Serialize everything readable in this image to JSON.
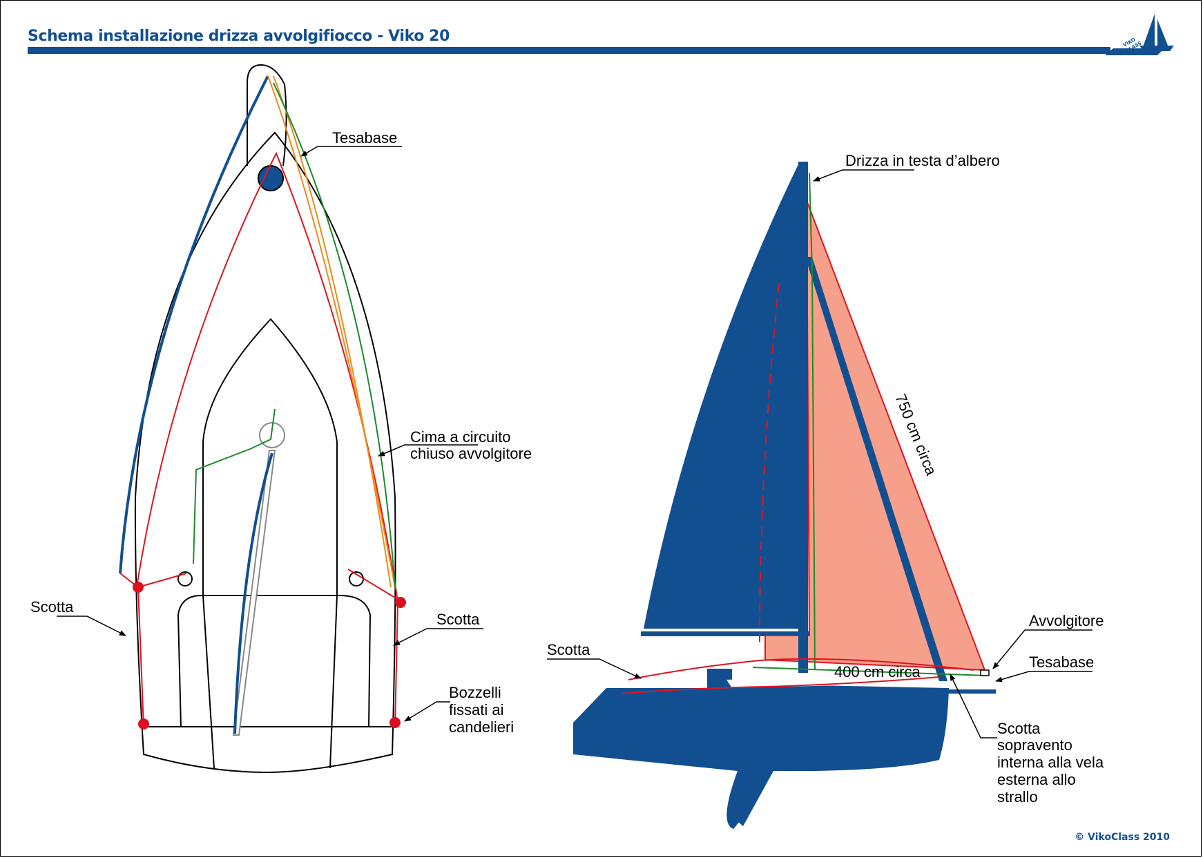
{
  "title": "Schema installazione drizza avvolgifiocco - Viko 20",
  "copyright": "© VikoClass 2010",
  "logo": {
    "line1": "VIKO",
    "line2": "CLASS"
  },
  "colors": {
    "brand_blue": "#124f91",
    "line_red": "#e0141e",
    "line_green": "#1a8a2a",
    "line_orange": "#ef8a1a",
    "jib_fill": "#f6a08c",
    "block_red": "#dd1020"
  },
  "top_view": {
    "labels": {
      "tesabase": "Tesabase",
      "cima_line1": "Cima a circuito",
      "cima_line2": "chiuso avvolgitore",
      "scotta_left": "Scotta",
      "scotta_right": "Scotta",
      "bozzelli_line1": "Bozzelli",
      "bozzelli_line2": "fissati ai",
      "bozzelli_line3": "candelieri"
    }
  },
  "side_view": {
    "labels": {
      "drizza": "Drizza in testa d’albero",
      "dim_750": "750 cm circa",
      "dim_400": "400 cm circa",
      "avvolgitore": "Avvolgitore",
      "tesabase": "Tesabase",
      "scotta_left": "Scotta",
      "scotta_right_line1": "Scotta",
      "scotta_right_line2": "sopravento",
      "scotta_right_line3": "interna alla vela",
      "scotta_right_line4": "esterna allo",
      "scotta_right_line5": "strallo"
    }
  }
}
